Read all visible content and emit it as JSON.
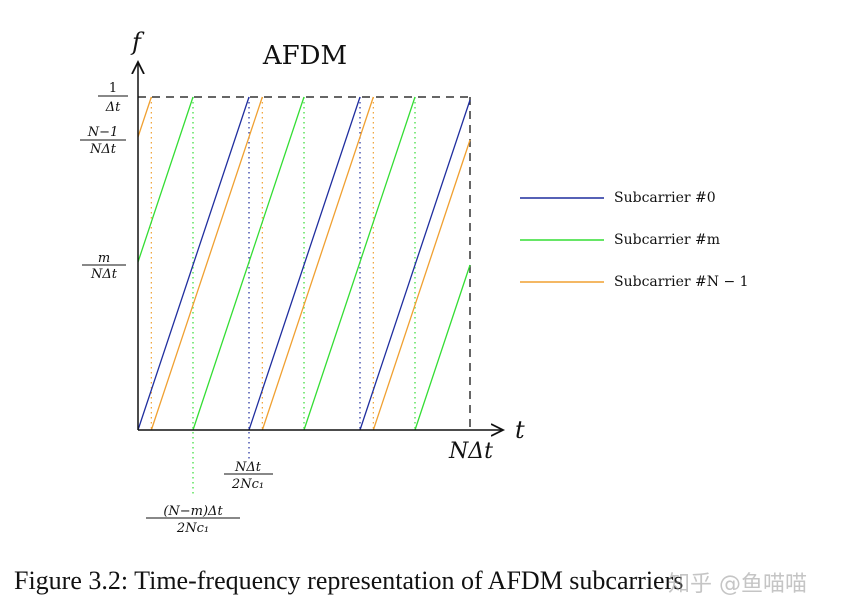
{
  "figure": {
    "title": "AFDM",
    "x_axis_label": "t",
    "y_axis_label": "f",
    "x_end_label": "NΔt",
    "x_ticks": [
      {
        "num": "NΔt",
        "den": "2Nc₁"
      },
      {
        "num": "(N−m)Δt",
        "den": "2Nc₁"
      }
    ],
    "y_ticks": [
      {
        "num": "1",
        "den": "Δt"
      },
      {
        "num": "N−1",
        "den": "NΔt"
      },
      {
        "num": "m",
        "den": "NΔt"
      }
    ]
  },
  "legend": [
    {
      "label": "Subcarrier #0",
      "color": "#1f2d9e"
    },
    {
      "label": "Subcarrier #m",
      "color": "#33dd33"
    },
    {
      "label": "Subcarrier #N − 1",
      "color": "#f0a030"
    }
  ],
  "caption": "Figure 3.2: Time-frequency representation of AFDM subcarriers",
  "watermark": "知乎 @鱼喵喵"
}
